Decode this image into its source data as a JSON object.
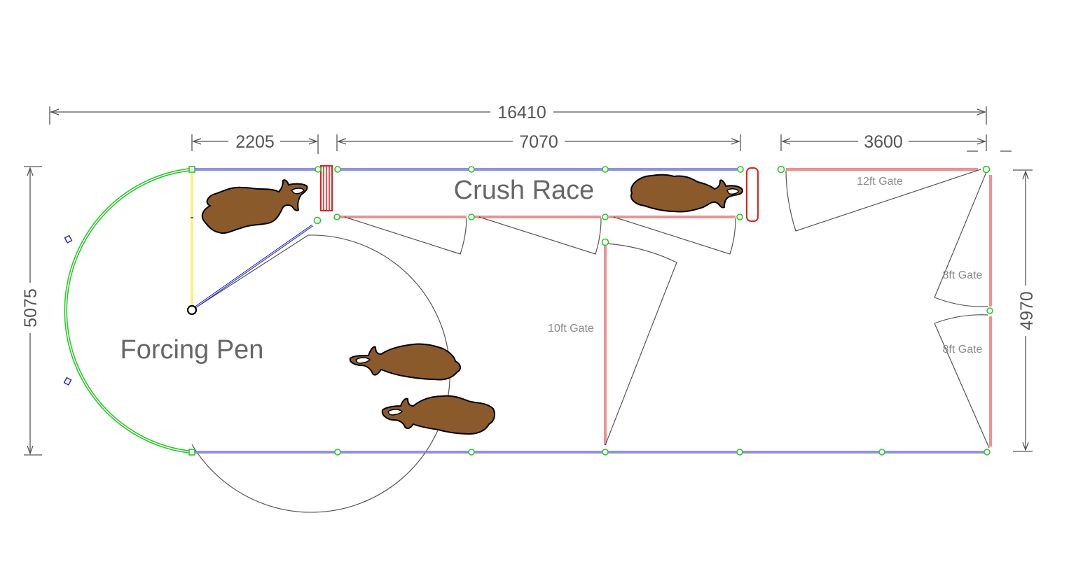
{
  "dimensions": {
    "overall_length": "16410",
    "forcing_pen_width": "2205",
    "crush_race_length": "7070",
    "right_section_length": "3600",
    "left_height": "5075",
    "right_height": "4970"
  },
  "zones": {
    "crush_race": "Crush Race",
    "forcing_pen": "Forcing Pen"
  },
  "gates": {
    "gate_12ft": "12ft Gate",
    "gate_10ft": "10ft Gate",
    "gate_8ft_upper": "8ft Gate",
    "gate_8ft_lower": "8ft Gate"
  },
  "colors": {
    "fixed_panel": "#2020d8",
    "gate_panel": "#e02020",
    "curved_panel": "#22cc22",
    "post": "#22cc22",
    "sliding_gate": "#f0f020",
    "cattle": "#8b5a2b"
  }
}
